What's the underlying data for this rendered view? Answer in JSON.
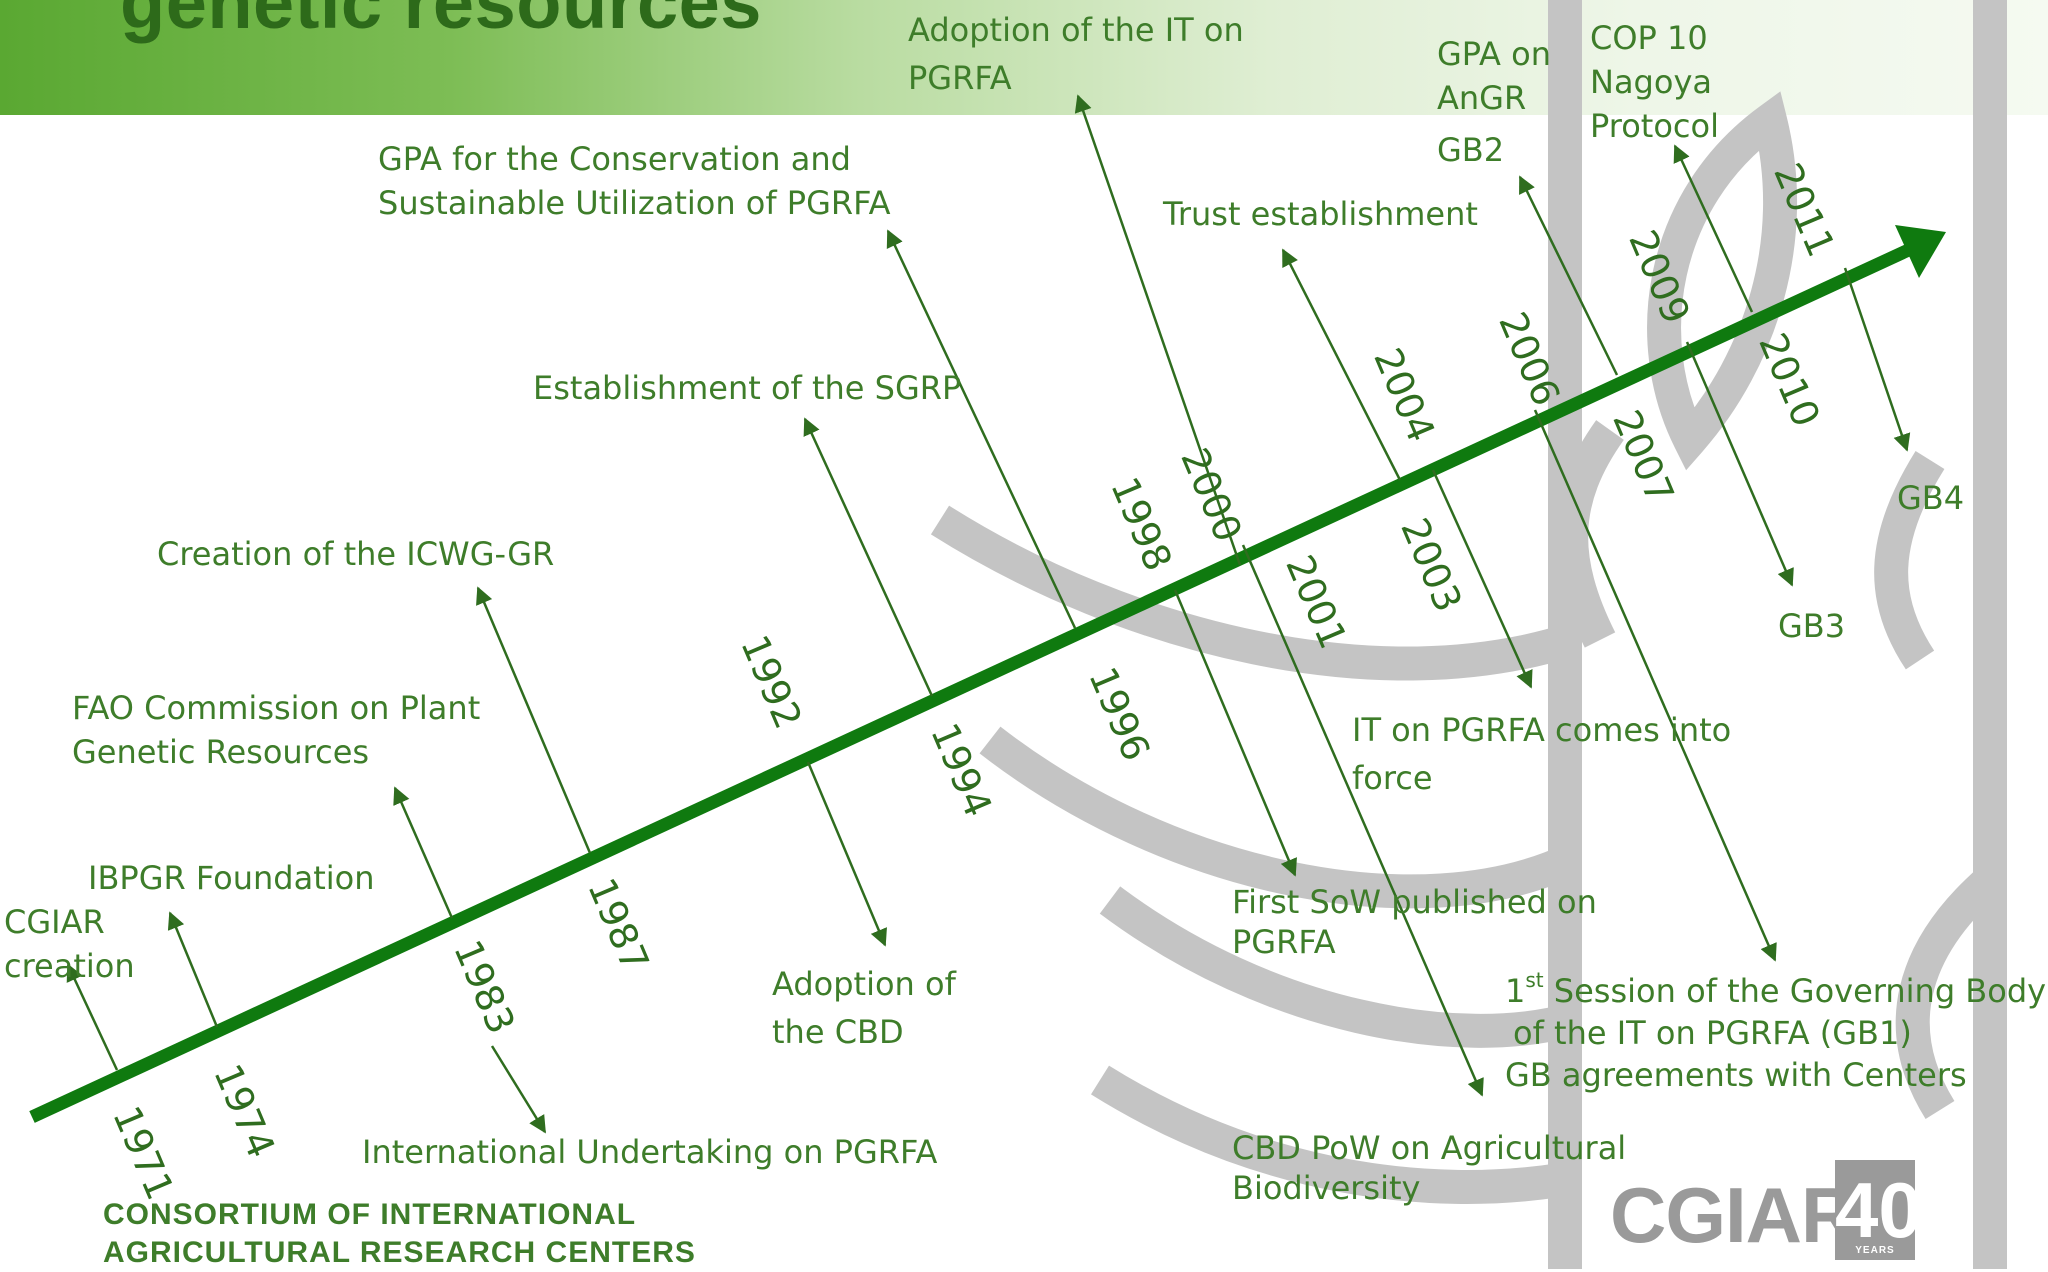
{
  "header": {
    "title_fragment": "genetic resources"
  },
  "footer": {
    "org_line1": "CONSORTIUM OF INTERNATIONAL",
    "org_line2": "AGRICULTURAL RESEARCH CENTERS",
    "logo_text": "CGIAR",
    "logo_number": "40",
    "logo_sub": "YEARS"
  },
  "colors": {
    "timeline": "#0f7a0f",
    "label": "#3e7d2a",
    "watermark": "#bdbdbd"
  },
  "timeline": {
    "years": [
      "1971",
      "1974",
      "1983",
      "1987",
      "1992",
      "1994",
      "1996",
      "1998",
      "2000",
      "2001",
      "2003",
      "2004",
      "2006",
      "2007",
      "2009",
      "2010",
      "2011"
    ],
    "events": [
      {
        "line1": "CGIAR",
        "line2": "creation"
      },
      {
        "line1": "IBPGR Foundation"
      },
      {
        "line1": "FAO Commission on Plant",
        "line2": "Genetic Resources"
      },
      {
        "line1": "International Undertaking on PGRFA"
      },
      {
        "line1": "Creation of the ICWG-GR"
      },
      {
        "line1": "Adoption of",
        "line2": "the CBD"
      },
      {
        "line1": "Establishment of the SGRP"
      },
      {
        "line1": "GPA for the Conservation and",
        "line2": "Sustainable Utilization of PGRFA"
      },
      {
        "line1": "First SoW published on",
        "line2": "PGRFA"
      },
      {
        "line1": "Adoption of the IT on",
        "line2": "PGRFA"
      },
      {
        "line1": "CBD PoW on Agricultural",
        "line2": "Biodiversity"
      },
      {
        "line1": "IT on PGRFA comes into",
        "line2": "force"
      },
      {
        "line1": "Trust establishment"
      },
      {
        "line1_sup": "st",
        "line1_pre": "1",
        "line1": " Session of the Governing Body",
        "line2": "of the IT on PGRFA (GB1)",
        "line3": "GB agreements with Centers"
      },
      {
        "line1": "GPA on",
        "line2": "AnGR"
      },
      {
        "line1": "GB2"
      },
      {
        "line1": "GB3"
      },
      {
        "line1": "COP 10",
        "line2": "Nagoya",
        "line3": "Protocol"
      },
      {
        "line1": "GB4"
      }
    ]
  }
}
